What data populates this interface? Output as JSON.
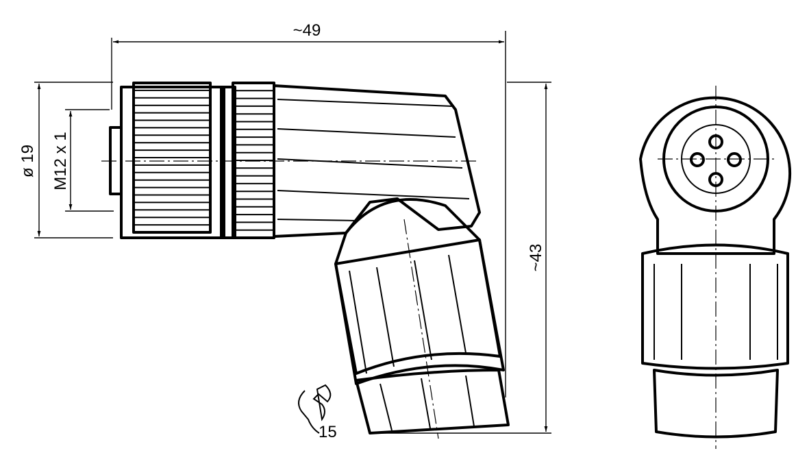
{
  "dimensions": {
    "length": "~49",
    "diameter": "ø 19",
    "thread": "M12 x 1",
    "height": "~43",
    "wrench_size": "15"
  },
  "colors": {
    "line": "#000000",
    "background": "#ffffff"
  }
}
